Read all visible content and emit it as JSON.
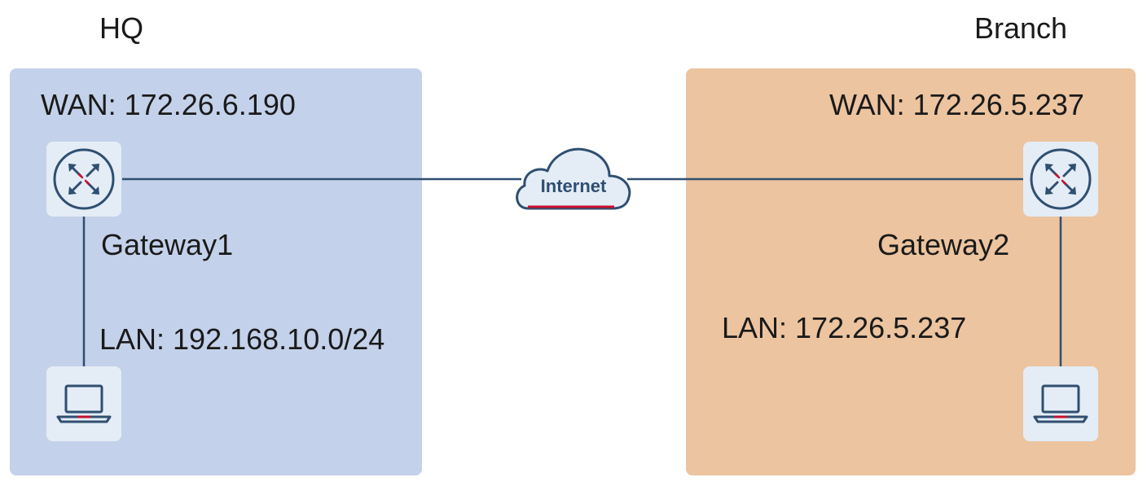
{
  "hq": {
    "title": "HQ",
    "wan": "WAN: 172.26.6.190",
    "gateway": "Gateway1",
    "lan": "LAN: 192.168.10.0/24"
  },
  "branch": {
    "title": "Branch",
    "wan": "WAN: 172.26.5.237",
    "gateway": "Gateway2",
    "lan": "LAN: 172.26.5.237"
  },
  "internet": {
    "label": "Internet"
  },
  "colors": {
    "hq_zone": "#c4d1ea",
    "branch_zone": "#ecc49f",
    "link": "#2f4f70",
    "accent": "#c8102e"
  },
  "icons": {
    "gateway": "router-icon",
    "client": "laptop-icon",
    "network": "cloud-icon"
  }
}
